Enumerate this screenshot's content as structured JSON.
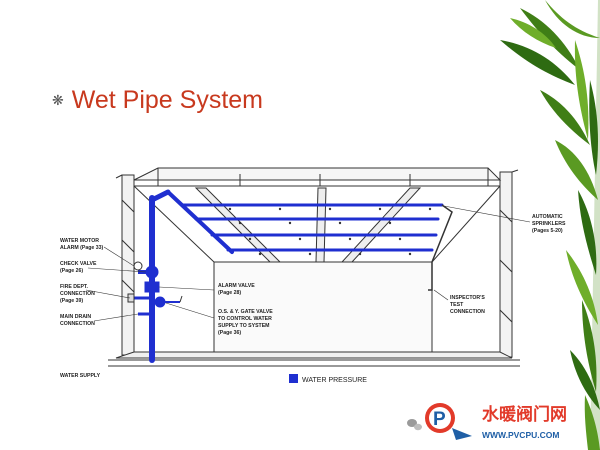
{
  "slide": {
    "bullet": "❋",
    "title": "Wet Pipe System"
  },
  "labels": {
    "water_motor_alarm_1": "WATER MOTOR",
    "water_motor_alarm_2": "ALARM (Page 33)",
    "check_valve_1": "CHECK VALVE",
    "check_valve_2": "(Page 26)",
    "fire_dept_1": "FIRE DEPT.",
    "fire_dept_2": "CONNECTION",
    "fire_dept_3": "(Page 39)",
    "main_drain_1": "MAIN DRAIN",
    "main_drain_2": "CONNECTION",
    "water_supply": "WATER SUPPLY",
    "alarm_valve_1": "ALARM VALVE",
    "alarm_valve_2": "(Page 28)",
    "gate_valve_1": "O.S. & Y. GATE VALVE",
    "gate_valve_2": "TO CONTROL WATER",
    "gate_valve_3": "SUPPLY TO SYSTEM",
    "gate_valve_4": "(Page 36)",
    "sprinklers_1": "AUTOMATIC",
    "sprinklers_2": "SPRINKLERS",
    "sprinklers_3": "(Pages 5-20)",
    "inspectors_1": "INSPECTOR'S",
    "inspectors_2": "TEST",
    "inspectors_3": "CONNECTION"
  },
  "legend": {
    "label": "WATER PRESSURE",
    "color": "#1f2fd0"
  },
  "watermark": {
    "text_cn": "水暖阀门网",
    "url": "WWW.PVCPU.COM",
    "logo_letter": "P"
  },
  "colors": {
    "title": "#c8391e",
    "pipe": "#1f2fd0",
    "leaf_dark": "#2e6b12",
    "leaf_light": "#6fae2a"
  }
}
